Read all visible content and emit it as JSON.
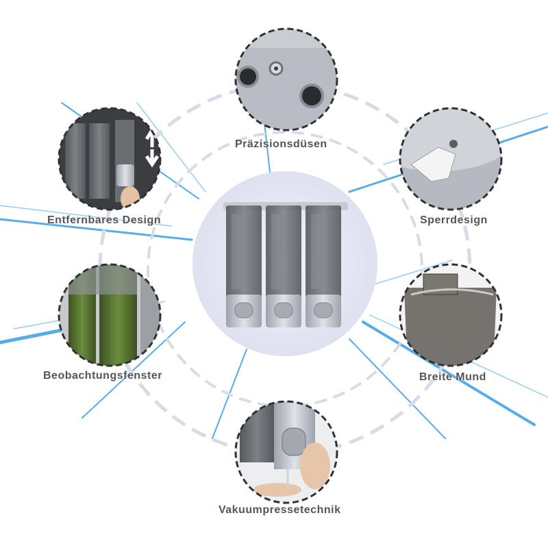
{
  "colors": {
    "accent": "#1e90e0",
    "label": "#555555",
    "ring": "#d8dbe6",
    "center_bg": "#e4e6f3",
    "dispenser_silver": "#b8bcc4",
    "tank_gray": "#6e7378",
    "liquid_green": "#5a7a35"
  },
  "product": {
    "name": "triple-soap-dispenser"
  },
  "features": [
    {
      "label": "Präzisionsdüsen",
      "icon": "nozzle-closeup-image"
    },
    {
      "label": "Sperrdesign",
      "icon": "key-lock-image"
    },
    {
      "label": "Breite Mund",
      "icon": "wide-opening-image"
    },
    {
      "label": "Vakuumpressetechnik",
      "icon": "press-button-hand-image"
    },
    {
      "label": "Beobachtungsfenster",
      "icon": "observation-window-image"
    },
    {
      "label": "Entfernbares Design",
      "icon": "removable-tank-image"
    }
  ]
}
